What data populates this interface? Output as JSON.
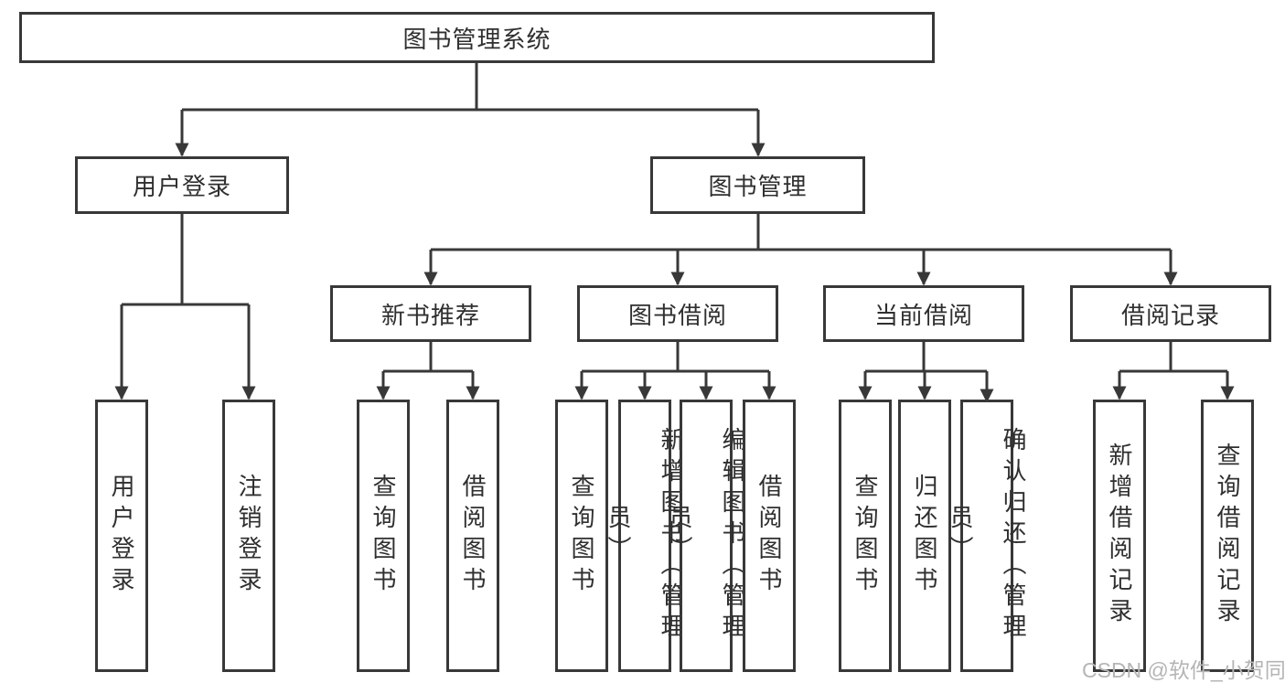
{
  "diagram": {
    "root": {
      "label": "图书管理系统"
    },
    "children": [
      {
        "label": "用户登录",
        "children": [
          {
            "label": "用户登录"
          },
          {
            "label": "注销登录"
          }
        ]
      },
      {
        "label": "图书管理",
        "children": [
          {
            "label": "新书推荐",
            "children": [
              {
                "label": "查询图书"
              },
              {
                "label": "借阅图书"
              }
            ]
          },
          {
            "label": "图书借阅",
            "children": [
              {
                "label": "查询图书"
              },
              {
                "label": "新增图书（管理员）"
              },
              {
                "label": "编辑图书（管理员）"
              },
              {
                "label": "借阅图书"
              }
            ]
          },
          {
            "label": "当前借阅",
            "children": [
              {
                "label": "查询图书"
              },
              {
                "label": "归还图书"
              },
              {
                "label": "确认归还（管理员）"
              }
            ]
          },
          {
            "label": "借阅记录",
            "children": [
              {
                "label": "新增借阅记录"
              },
              {
                "label": "查询借阅记录"
              }
            ]
          }
        ]
      }
    ]
  },
  "watermark": {
    "text": "CSDN @软件_小贺同学"
  },
  "colors": {
    "line": "#383838",
    "text": "#2f2f2f",
    "box_fill": "#ffffff",
    "watermark": "#b5b5b5",
    "background": "#ffffff"
  }
}
